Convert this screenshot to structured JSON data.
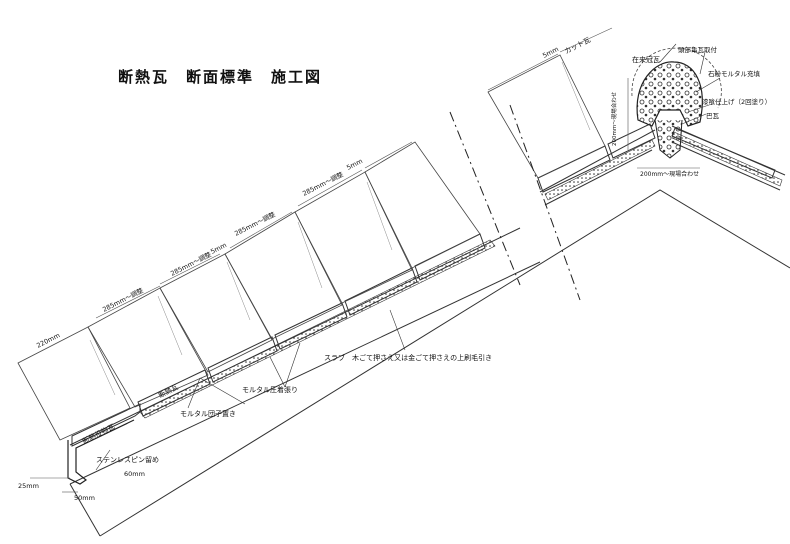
{
  "title": "断熱瓦　断面標準　施工図",
  "labels": {
    "cut_tile": "カット瓦",
    "dim_5mm": "5mm",
    "dim_285_adj": "285mm～調整",
    "dim_220": "220mm",
    "dim_60": "60mm",
    "dim_25": "25mm",
    "dim_50": "50mm",
    "dim_200_adj": "200mm～現場合わせ",
    "dim_200_adj_v": "200mm～現場合わせ",
    "ridge_tile": "在来冠瓦",
    "ridge_fix": "頭部亀瓦取付",
    "stone_mortar": "石粉モルタル充填",
    "finish": "漆喰仕上げ（2回塗り）",
    "tomoe": "巴瓦",
    "insulated_tile": "断熱瓦",
    "eave_tile": "断熱役物瓦",
    "mortar_press": "モルタル圧着張り",
    "mortar_dango": "モルタル団子置き",
    "steel_pin": "ステンレスピン留め",
    "slab": "スラブ　木ごて押さえ又は金ごて押さえの上刷毛引き"
  }
}
